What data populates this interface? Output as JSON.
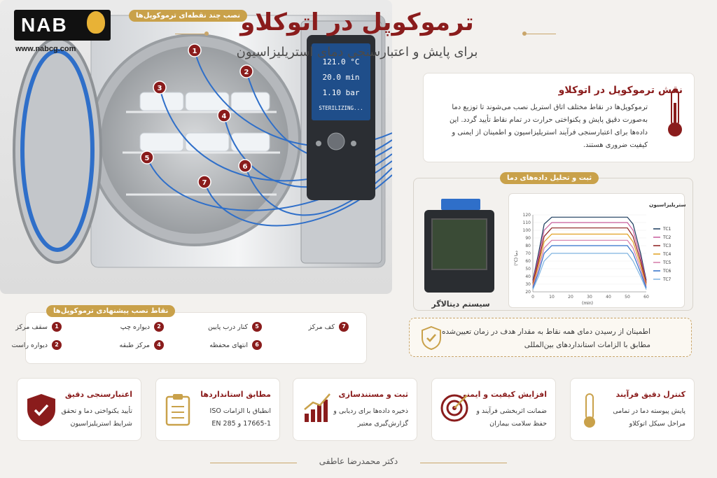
{
  "brand": {
    "logo_text": "NAB",
    "site": "www.nabcg.com"
  },
  "header": {
    "title": "ترموکوپل در اتوکلاو",
    "subtitle": "برای پایش و اعتبارسنجی دمای استریلیزاسیون"
  },
  "machine": {
    "install_label": "نصب چند نقطه‌ای ترموکوپل‌ها",
    "display": {
      "temp": "121.0 °C",
      "time": "20.0 min",
      "pressure": "1.10 bar",
      "status": "STERILIZING..."
    },
    "markers": [
      "1",
      "2",
      "3",
      "4",
      "5",
      "6",
      "7"
    ]
  },
  "role": {
    "title": "نقش ترموکوپل در اتوکلاو",
    "text": "ترموکوپل‌ها در نقاط مختلف اتاق استریل نصب می‌شوند تا توزیع دما به‌صورت دقیق پایش و یکنواختی حرارت در تمام نقاط تأیید گردد. این داده‌ها برای اعتبارسنجی فرآیند استریلیزاسیون و اطمینان از ایمنی و کیفیت ضروری هستند."
  },
  "data_section": {
    "label": "ثبت و تحلیل داده‌های دما",
    "logger_label": "سیستم دیتالاگر"
  },
  "points": {
    "label": "نقاط نصب پیشنهادی ترموکوپل‌ها",
    "items": [
      {
        "n": "1",
        "text": "سقف مرکز"
      },
      {
        "n": "2",
        "text": "دیواره چپ"
      },
      {
        "n": "5",
        "text": "کنار درب پایین"
      },
      {
        "n": "7",
        "text": "کف مرکز"
      },
      {
        "n": "2",
        "text": "دیواره راست"
      },
      {
        "n": "4",
        "text": "مرکز طبقه"
      },
      {
        "n": "6",
        "text": "انتهای محفظه"
      }
    ]
  },
  "ok": {
    "text": "اطمینان از رسیدن دمای همه نقاط به مقدار هدف در زمان تعیین‌شده مطابق با الزامات استانداردهای بین‌المللی"
  },
  "features": [
    {
      "title": "کنترل دقیق فرآیند",
      "text": "پایش پیوسته دما در تمامی مراحل سیکل اتوکلاو",
      "icon": "thermometer-icon"
    },
    {
      "title": "افزایش کیفیت و ایمنی",
      "text": "ضمانت اثربخشی فرآیند و حفظ سلامت بیماران",
      "icon": "target-icon"
    },
    {
      "title": "ثبت و مستندسازی",
      "text": "ذخیره داده‌ها برای ردیابی و گزارش‌گیری معتبر",
      "icon": "growth-chart-icon"
    },
    {
      "title": "مطابق استانداردها",
      "text": "انطباق با الزامات ISO 17665-1 و EN 285",
      "icon": "clipboard-icon"
    },
    {
      "title": "اعتبارسنجی دقیق",
      "text": "تأیید یکنواختی دما و تحقق شرایط استریلیزاسیون",
      "icon": "shield-check-icon"
    }
  ],
  "author": "دکتر محمدرضا عاطفی",
  "colors": {
    "accent": "#8a1c1c",
    "gold": "#c9a14a",
    "cable": "#2f6fc9"
  },
  "chart_data": {
    "type": "line",
    "title": "نمودار توزیع دما در طول سیکل استریلیزاسیون",
    "xlabel": "(min)",
    "ylabel": "(°C) دما",
    "xlim": [
      0,
      60
    ],
    "ylim": [
      20,
      120
    ],
    "xticks": [
      "0",
      "10",
      "20",
      "30",
      "40",
      "50",
      "60"
    ],
    "yticks": [
      "20",
      "30",
      "40",
      "50",
      "60",
      "70",
      "80",
      "90",
      "100",
      "110",
      "120"
    ],
    "legend": "right",
    "x": [
      0,
      3,
      6,
      10,
      50,
      53,
      57,
      60
    ],
    "series": [
      {
        "name": "TC1",
        "color": "#1a3a5c",
        "values": [
          35,
          70,
          108,
          117,
          117,
          108,
          70,
          35
        ]
      },
      {
        "name": "TC2",
        "color": "#c75b9b",
        "values": [
          33,
          65,
          100,
          110,
          110,
          100,
          65,
          33
        ]
      },
      {
        "name": "TC3",
        "color": "#8a1c1c",
        "values": [
          31,
          60,
          92,
          103,
          103,
          92,
          60,
          31
        ]
      },
      {
        "name": "TC4",
        "color": "#e0a020",
        "values": [
          29,
          55,
          85,
          95,
          95,
          85,
          55,
          29
        ]
      },
      {
        "name": "TC5",
        "color": "#d47aa8",
        "values": [
          27,
          50,
          77,
          87,
          87,
          77,
          50,
          27
        ]
      },
      {
        "name": "TC6",
        "color": "#2f6fc9",
        "values": [
          25,
          45,
          70,
          80,
          80,
          70,
          45,
          25
        ]
      },
      {
        "name": "TC7",
        "color": "#7fb3e0",
        "values": [
          23,
          40,
          60,
          70,
          70,
          60,
          40,
          23
        ]
      }
    ]
  }
}
